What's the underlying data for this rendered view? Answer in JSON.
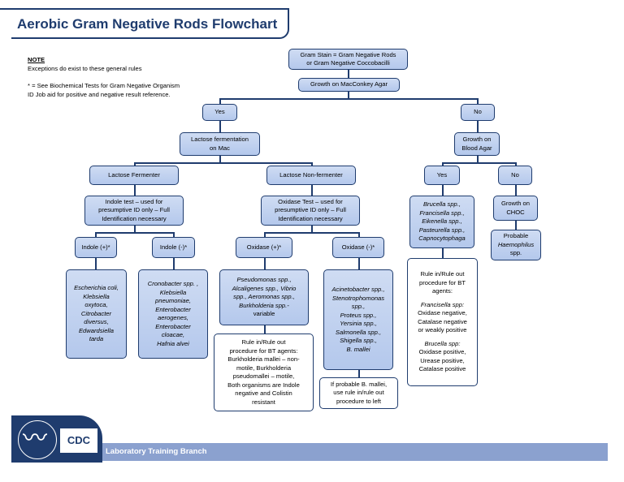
{
  "title": "Aerobic Gram Negative Rods Flowchart",
  "note": {
    "heading": "NOTE",
    "line1": "Exceptions do exist to these general rules",
    "line2": "* = See Biochemical Tests for Gram Negative Organism ID Job aid for positive and negative result reference."
  },
  "boxes": {
    "gram": [
      "Gram Stain = Gram Negative Rods",
      "or Gram Negative Coccobacilli"
    ],
    "mac": "Growth on MacConkey Agar",
    "yes1": "Yes",
    "no1": "No",
    "lactose_ferm": [
      "Lactose fermentation",
      "on Mac"
    ],
    "growth_blood": [
      "Growth on",
      "Blood Agar"
    ],
    "lf": "Lactose Fermenter",
    "lnf": "Lactose Non-fermenter",
    "yes2": "Yes",
    "no2": "No",
    "indole_test": [
      "Indole test – used for",
      "presumptive ID only – Full",
      "Identification necessary"
    ],
    "oxidase_test": [
      "Oxidase Test – used for",
      "presumptive ID only – Full",
      "Identification necessary"
    ],
    "brucella_list": [
      "Brucella spp.,",
      "Francisella spp.,",
      "Eikenella spp.,",
      "Pasteurella spp.,",
      "Capnocytophaga"
    ],
    "growth_choc": [
      "Growth on",
      "CHOC"
    ],
    "indole_pos": "Indole (+)*",
    "indole_neg": "Indole (-)*",
    "oxidase_pos": "Oxidase (+)*",
    "oxidase_neg": "Oxidase (-)*",
    "haemophilus": [
      "Probable",
      "Haemophilus",
      "spp."
    ],
    "indole_pos_list": [
      "Escherichia coli,",
      "Klebsiella",
      "oxytoca,",
      "Citrobacter",
      "diversus,",
      "Edwardsiella",
      "tarda"
    ],
    "indole_neg_list": [
      "Cronobacter spp. ,",
      "Klebsiella",
      "pneumoniae,",
      "Enterobacter",
      "aerogenes,",
      "Enterobacter",
      "cloacae,",
      "Hafnia alvei"
    ],
    "oxidase_pos_list": [
      "Pseudomonas spp.,",
      "Alcaligenes spp., Vibrio",
      "spp., Aeromonas spp.,",
      "Burkholderia spp.-",
      "variable"
    ],
    "oxidase_neg_list": [
      "Acinetobacter spp.,",
      "Stenotrophomonas",
      "spp.,",
      "Proteus spp.,",
      "Yersinia spp.,",
      "Salmonella spp.,",
      "Shigella spp.,",
      "B. mallei"
    ],
    "bt_rule": [
      "Rule in/Rule out",
      "procedure for BT",
      "agents:",
      "Francisella spp:",
      "Oxidase negative,",
      "Catalase negative",
      "or weakly positive",
      "Brucella spp:",
      "Oxidase positive,",
      "Urease positive,",
      "Catalase positive"
    ],
    "bt_rule2": [
      "Rule in/Rule out",
      "procedure for BT agents:",
      "Burkholderia mallei – non-",
      "motile, Burkholderia",
      "pseudomallei – motile,",
      "Both organisms are Indole",
      "negative and Colistin",
      "resistant"
    ],
    "probable_mallei": [
      "If probable B. mallei,",
      "use rule in/rule out",
      "procedure to left"
    ]
  },
  "footer": {
    "label": "Laboratory Training Branch",
    "logo_text": "CDC"
  },
  "colors": {
    "navy": "#1f3c6e",
    "box_fill": "#c2d3ef",
    "footer": "#8ba1cf"
  }
}
